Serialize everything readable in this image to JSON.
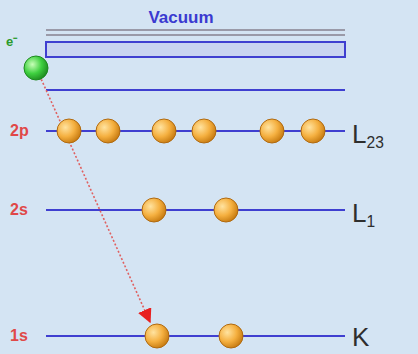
{
  "diagram": {
    "labels": [
      "Vacuum",
      "e⁻",
      "2p",
      "L23",
      "2s",
      "L1",
      "1s",
      "K"
    ]
  }
}
